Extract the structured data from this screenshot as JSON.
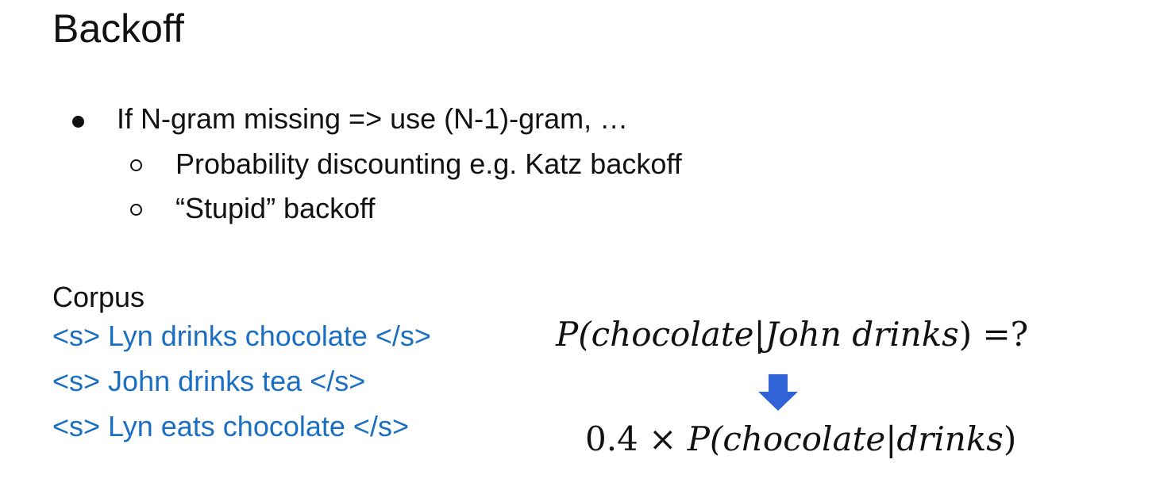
{
  "slide": {
    "title": "Backoff"
  },
  "bullets": {
    "main": "If N-gram missing => use (N-1)-gram, …",
    "sub1": "Probability discounting e.g. Katz backoff",
    "sub2": "“Stupid” backoff"
  },
  "corpus": {
    "label": "Corpus",
    "lines": [
      "<s> Lyn drinks chocolate </s>",
      "<s> John drinks tea </s>",
      "<s> Lyn eats chocolate </s>"
    ]
  },
  "formula": {
    "top": {
      "prefix": "P(",
      "word": "chocolate",
      "bar": "|",
      "context": "John drinks",
      "suffix": ") =?"
    },
    "bottom": {
      "coefficient": "0.4 × ",
      "prefix": "P(",
      "word": "chocolate",
      "bar": "|",
      "context": "drinks",
      "suffix": ")"
    }
  },
  "colors": {
    "corpus_text": "#1b6fc2",
    "arrow": "#2f63d6",
    "text": "#111111"
  },
  "icons": {
    "arrow": "down-arrow-icon"
  }
}
